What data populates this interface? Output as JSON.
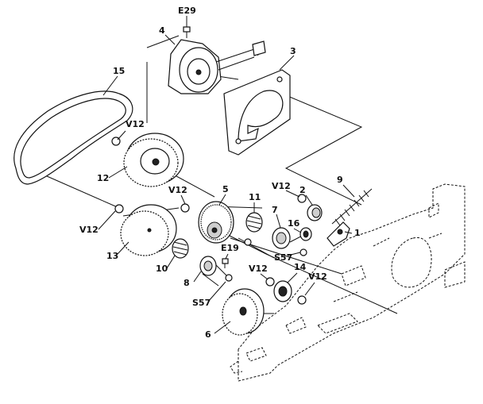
{
  "labels": {
    "e29": "E29",
    "n4": "4",
    "n3": "3",
    "n15": "15",
    "v12_a": "V12",
    "n12": "12",
    "v12_b": "V12",
    "n5": "5",
    "n11": "11",
    "v12_c": "V12",
    "n2": "2",
    "n9": "9",
    "n7": "7",
    "n16": "16",
    "n1": "1",
    "v12_d": "V12",
    "n13": "13",
    "n10": "10",
    "e19": "E19",
    "s57_a": "S57",
    "n8": "8",
    "v12_e": "V12",
    "n14": "14",
    "v12_f": "V12",
    "s57_b": "S57",
    "n6": "6"
  }
}
